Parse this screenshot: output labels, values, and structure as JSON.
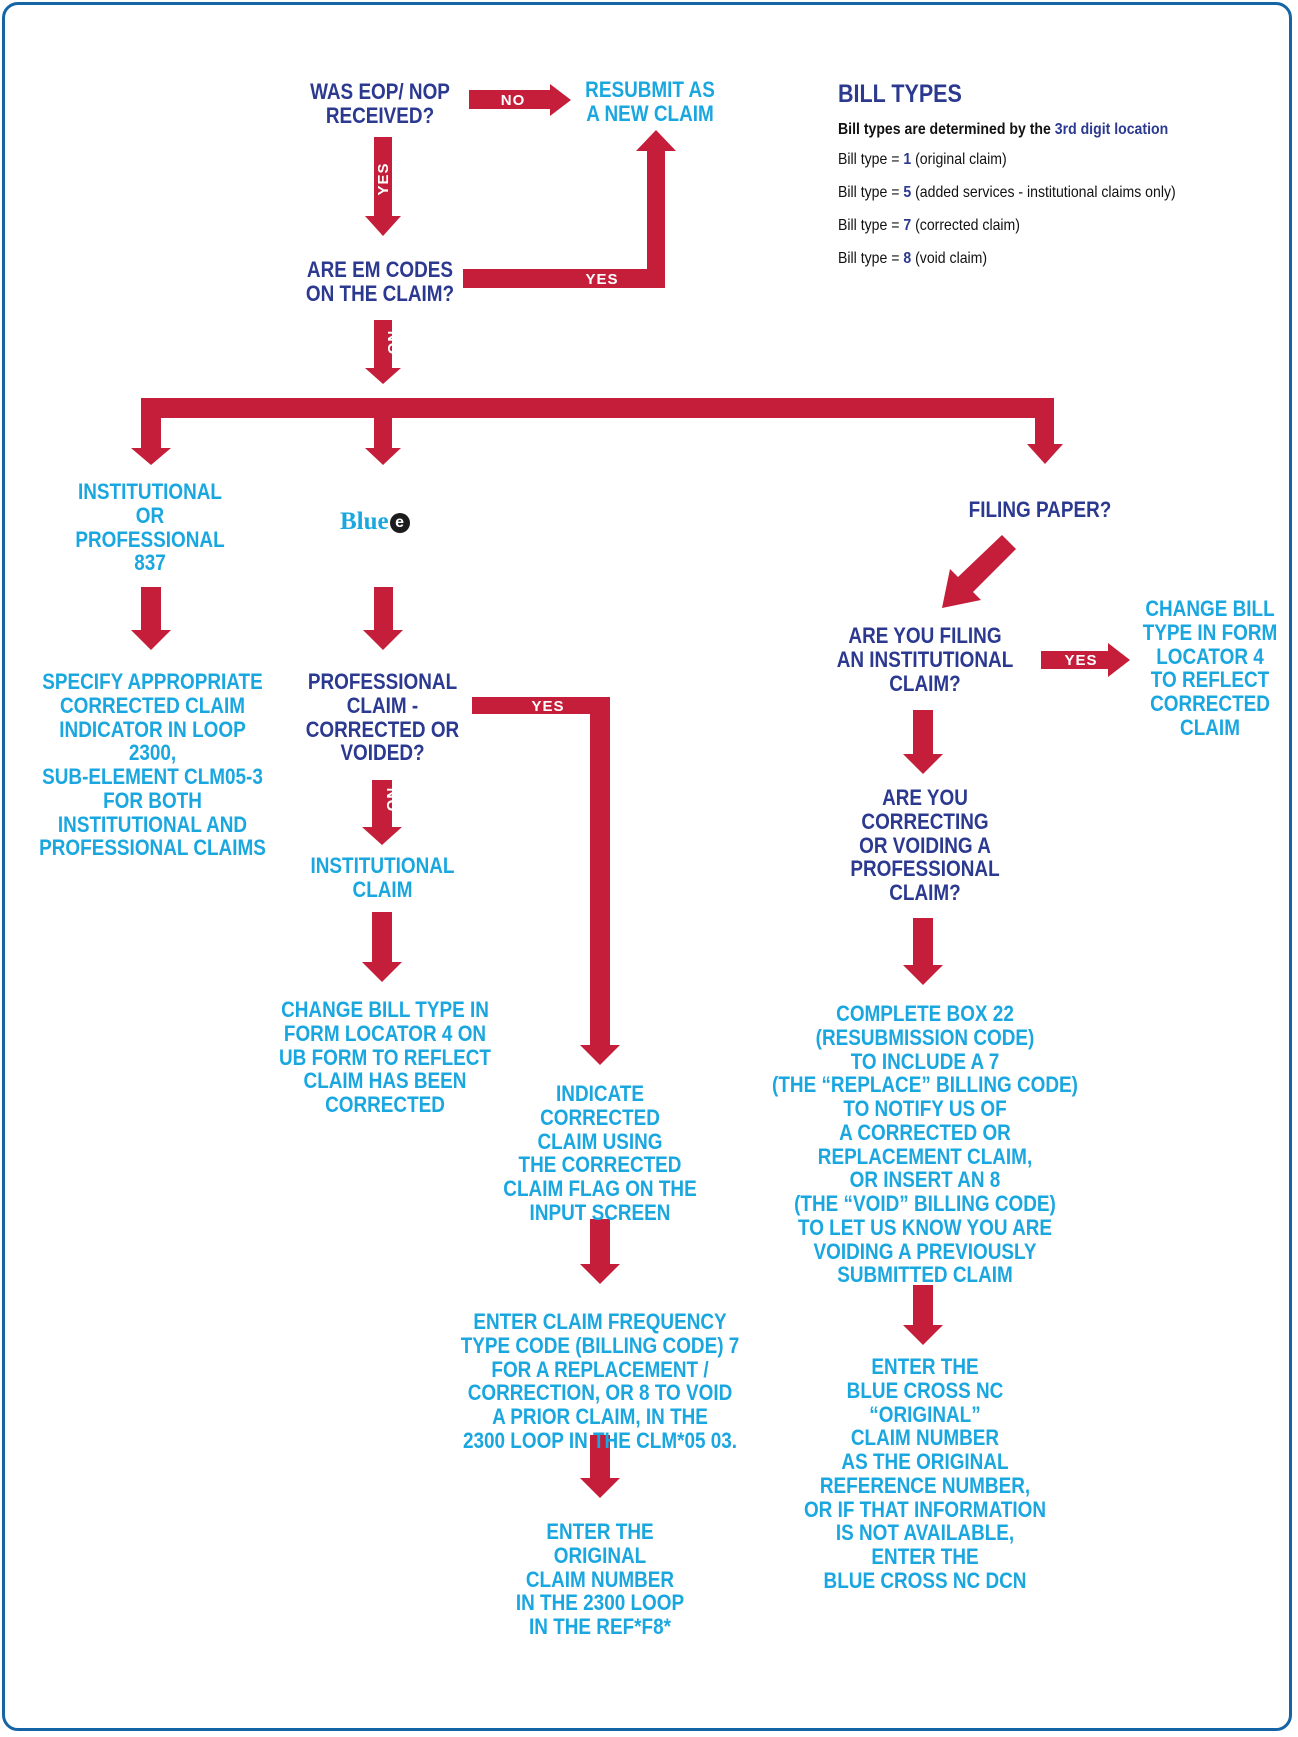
{
  "bill_types": {
    "title": "BILL TYPES",
    "subtitle_prefix": "Bill types are determined by the",
    "subtitle_highlight": "3rd digit location",
    "rows": [
      {
        "prefix": "Bill type =",
        "code": "1",
        "desc": "(original claim)"
      },
      {
        "prefix": "Bill type =",
        "code": "5",
        "desc": "(added services - institutional claims only)"
      },
      {
        "prefix": "Bill type =",
        "code": "7",
        "desc": "(corrected claim)"
      },
      {
        "prefix": "Bill type =",
        "code": "8",
        "desc": "(void claim)"
      }
    ]
  },
  "nodes": {
    "eop_question": "WAS EOP/ NOP\nRECEIVED?",
    "resubmit": "RESUBMIT AS\nA NEW CLAIM",
    "em_codes_question": "ARE EM CODES\nON THE CLAIM?",
    "institutional_or_professional": "INSTITUTIONAL\nOR\nPROFESSIONAL\n837",
    "specify_indicator": "SPECIFY APPROPRIATE\nCORRECTED CLAIM\nINDICATOR IN LOOP 2300,\nSUB-ELEMENT CLM05-3\nFOR BOTH\nINSTITUTIONAL AND\nPROFESSIONAL CLAIMS",
    "blue_e_logo": "Blue",
    "blue_e_mark": "e",
    "professional_question": "PROFESSIONAL\nCLAIM -\nCORRECTED OR\nVOIDED?",
    "institutional_claim": "INSTITUTIONAL\nCLAIM",
    "change_bill_type_ub": "CHANGE BILL TYPE IN\nFORM LOCATOR 4 ON\nUB FORM TO REFLECT\nCLAIM HAS BEEN\nCORRECTED",
    "indicate_corrected": "INDICATE\nCORRECTED\nCLAIM USING\nTHE CORRECTED\nCLAIM FLAG ON THE\nINPUT SCREEN",
    "enter_frequency_code": "ENTER CLAIM FREQUENCY\nTYPE CODE (BILLING CODE) 7\nFOR A REPLACEMENT /\nCORRECTION, OR 8 TO VOID\nA PRIOR CLAIM, IN THE\n2300 LOOP IN THE CLM*05 03.",
    "enter_original_ref": "ENTER THE\nORIGINAL\nCLAIM NUMBER\nIN THE 2300 LOOP\nIN THE REF*F8*",
    "filing_paper": "FILING PAPER?",
    "institutional_filing_question": "ARE YOU FILING\nAN INSTITUTIONAL\nCLAIM?",
    "change_bill_type_locator": "CHANGE BILL\nTYPE IN FORM\nLOCATOR 4\nTO REFLECT\nCORRECTED\nCLAIM",
    "professional_correcting_question": "ARE YOU\nCORRECTING\nOR VOIDING A\nPROFESSIONAL\nCLAIM?",
    "complete_box_22": "COMPLETE BOX 22\n(RESUBMISSION CODE)\nTO INCLUDE A 7\n(THE “REPLACE” BILLING CODE)\nTO NOTIFY US OF\nA CORRECTED OR\nREPLACEMENT CLAIM,\nOR INSERT AN 8\n(THE “VOID” BILLING CODE)\nTO LET US KNOW YOU ARE\nVOIDING A PREVIOUSLY\nSUBMITTED CLAIM",
    "enter_blue_cross_original": "ENTER THE\nBLUE CROSS NC\n“ORIGINAL”\nCLAIM NUMBER\nAS THE ORIGINAL\nREFERENCE NUMBER,\nOR IF THAT INFORMATION\nIS NOT AVAILABLE,\nENTER THE\nBLUE CROSS NC DCN"
  },
  "labels": {
    "no": "NO",
    "yes": "YES"
  },
  "colors": {
    "arrow": "#c41e3a",
    "dark_text": "#2b3990",
    "cyan_text": "#1aa7e0",
    "border": "#1565a6"
  }
}
